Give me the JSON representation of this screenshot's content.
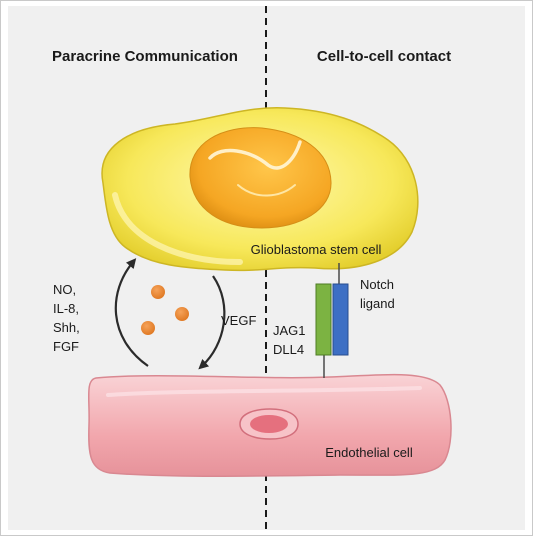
{
  "left_panel": {
    "title": "Paracrine Communication"
  },
  "right_panel": {
    "title": "Cell-to-cell contact"
  },
  "stem_cell": {
    "label": "Glioblastoma stem cell",
    "color": "#f7e85a"
  },
  "endothelial_cell": {
    "label": "Endothelial cell",
    "color": "#f2a7ad"
  },
  "factors": {
    "lines": [
      "NO,",
      "IL-8,",
      "Shh,",
      "FGF"
    ]
  },
  "vegf": {
    "label": "VEGF"
  },
  "receptor": {
    "lines": [
      "JAG1",
      "DLL4"
    ],
    "color": "#7cb342"
  },
  "ligand": {
    "lines": [
      "Notch",
      "ligand"
    ],
    "color": "#3d6fc4"
  },
  "particle_color": "#e8822e"
}
